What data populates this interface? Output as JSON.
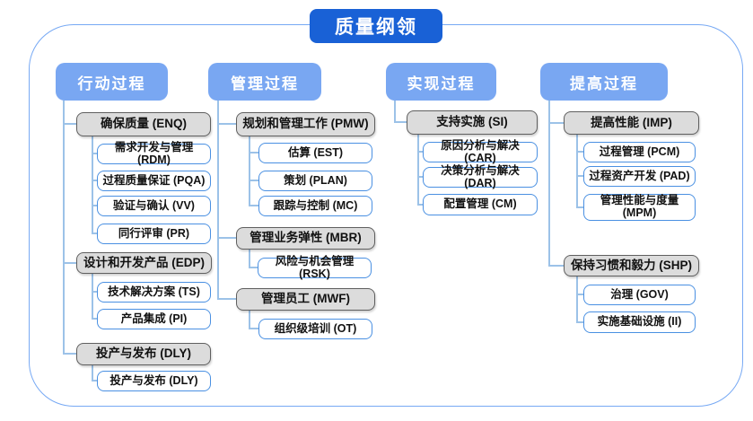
{
  "title": "质量纲领",
  "columns": [
    {
      "header": "行动过程",
      "groups": [
        {
          "label": "确保质量 (ENQ)",
          "children": [
            "需求开发与管理 (RDM)",
            "过程质量保证 (PQA)",
            "验证与确认 (VV)",
            "同行评审 (PR)"
          ]
        },
        {
          "label": "设计和开发产品 (EDP)",
          "children": [
            "技术解决方案 (TS)",
            "产品集成 (PI)"
          ]
        },
        {
          "label": "投产与发布 (DLY)",
          "children": [
            "投产与发布 (DLY)"
          ]
        }
      ]
    },
    {
      "header": "管理过程",
      "groups": [
        {
          "label": "规划和管理工作 (PMW)",
          "children": [
            "估算 (EST)",
            "策划 (PLAN)",
            "跟踪与控制 (MC)"
          ]
        },
        {
          "label": "管理业务弹性 (MBR)",
          "children": [
            "风险与机会管理 (RSK)"
          ]
        },
        {
          "label": "管理员工 (MWF)",
          "children": [
            "组织级培训 (OT)"
          ]
        }
      ]
    },
    {
      "header": "实现过程",
      "groups": [
        {
          "label": "支持实施 (SI)",
          "children": [
            "原因分析与解决 (CAR)",
            "决策分析与解决 (DAR)",
            "配置管理 (CM)"
          ]
        }
      ]
    },
    {
      "header": "提高过程",
      "groups": [
        {
          "label": "提高性能 (IMP)",
          "children": [
            "过程管理 (PCM)",
            "过程资产开发 (PAD)",
            "管理性能与度量 (MPM)"
          ]
        },
        {
          "label": "保持习惯和毅力 (SHP)",
          "children": [
            "治理 (GOV)",
            "实施基础设施 (II)"
          ]
        }
      ]
    }
  ],
  "colors": {
    "title_bg": "#1961d6",
    "header_bg": "#79a7f2",
    "group_fill": "#dcdcdc",
    "group_border": "#5f5f5f",
    "leaf_border": "#4a90e2",
    "connector": "#9cc2e8",
    "frame_border": "#77a9f4"
  }
}
